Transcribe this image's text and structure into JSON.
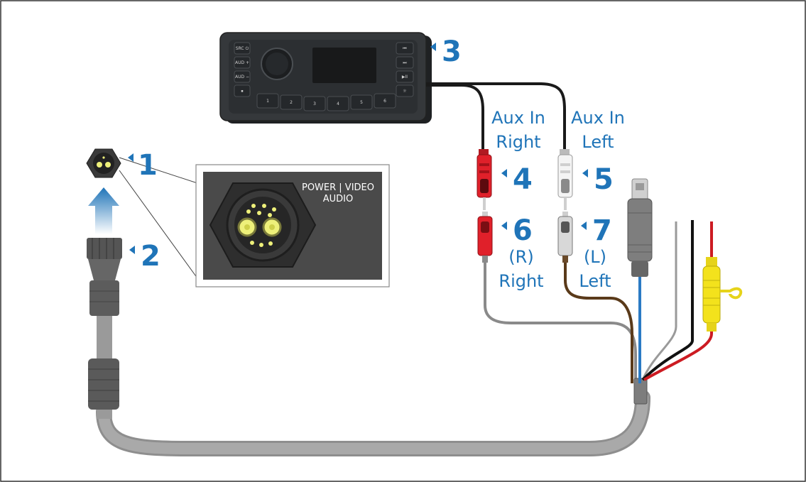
{
  "colors": {
    "callout": "#1f74b8",
    "cable_grey": "#9a9a9a",
    "cable_dark": "#777777",
    "stereo_body": "#2f3235",
    "rca_red": "#e0202a",
    "rca_white": "#f2f2f2",
    "fuse_yellow": "#f3e21c",
    "pin_yellow": "#eef07a",
    "inset_bg": "#4a4a4a"
  },
  "callouts": [
    {
      "id": "1",
      "text": "1"
    },
    {
      "id": "2",
      "text": "2"
    },
    {
      "id": "3",
      "text": "3"
    },
    {
      "id": "4",
      "text": "4"
    },
    {
      "id": "5",
      "text": "5"
    },
    {
      "id": "6",
      "text": "6"
    },
    {
      "id": "7",
      "text": "7"
    }
  ],
  "labels": {
    "aux_right_line1": "Aux In",
    "aux_right_line2": "Right",
    "aux_left_line1": "Aux In",
    "aux_left_line2": "Left",
    "r_line1": "(R)",
    "r_line2": "Right",
    "l_line1": "(L)",
    "l_line2": "Left"
  },
  "inset": {
    "line1": "POWER | VIDEO",
    "line2": "AUDIO"
  },
  "stereo_buttons": {
    "left_column": [
      "SRC ⏻",
      "AUD +",
      "AUD −",
      "⏹"
    ],
    "right_column": [
      "⏮",
      "⏭",
      "▶II",
      "☼"
    ],
    "presets": [
      "1",
      "2",
      "3",
      "4",
      "5",
      "6"
    ]
  }
}
